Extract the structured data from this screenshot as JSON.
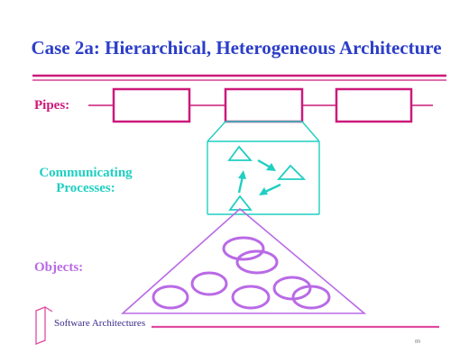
{
  "slide": {
    "title": "Case 2a: Hierarchical, Heterogeneous Architecture",
    "labels": {
      "pipes": "Pipes:",
      "processes_line1": "Communicating",
      "processes_line2": "Processes:",
      "objects": "Objects:"
    },
    "footer": {
      "course": "Software Architectures",
      "page_number": "89"
    }
  },
  "colors": {
    "title": "#2c3ec8",
    "magenta": "#cc1a7a",
    "cyan": "#1fcfc2",
    "purple": "#b96ae6",
    "footer_pink": "#e04aa0"
  }
}
